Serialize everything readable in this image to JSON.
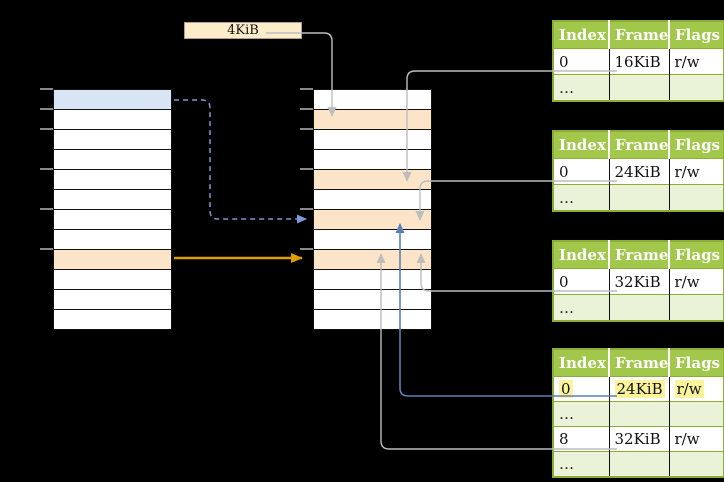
{
  "frame_size_label": "4KiB",
  "virtual_memory": {
    "description": "virtual memory pages",
    "row_count": 12,
    "highlighted_rows": {
      "1": "blue",
      "9": "orange"
    },
    "tick_rows": [
      0,
      1,
      2,
      4,
      6,
      8
    ]
  },
  "physical_memory": {
    "description": "physical memory frames",
    "row_count": 12,
    "highlighted_rows": {
      "2": "orange",
      "5": "orange",
      "7": "orange",
      "9": "orange"
    },
    "tick_rows": [
      0,
      1,
      2,
      4,
      6,
      8
    ]
  },
  "page_tables": [
    {
      "headers": [
        "Index",
        "Frame",
        "Flags"
      ],
      "rows": [
        {
          "cells": [
            "0",
            "16KiB",
            "r/w"
          ],
          "shaded": false,
          "highlighted": false
        },
        {
          "cells": [
            "…",
            "",
            ""
          ],
          "shaded": true,
          "highlighted": false
        }
      ]
    },
    {
      "headers": [
        "Index",
        "Frame",
        "Flags"
      ],
      "rows": [
        {
          "cells": [
            "0",
            "24KiB",
            "r/w"
          ],
          "shaded": false,
          "highlighted": false
        },
        {
          "cells": [
            "…",
            "",
            ""
          ],
          "shaded": true,
          "highlighted": false
        }
      ]
    },
    {
      "headers": [
        "Index",
        "Frame",
        "Flags"
      ],
      "rows": [
        {
          "cells": [
            "0",
            "32KiB",
            "r/w"
          ],
          "shaded": false,
          "highlighted": false
        },
        {
          "cells": [
            "…",
            "",
            ""
          ],
          "shaded": true,
          "highlighted": false
        }
      ]
    },
    {
      "headers": [
        "Index",
        "Frame",
        "Flags"
      ],
      "rows": [
        {
          "cells": [
            "0",
            "24KiB",
            "r/w"
          ],
          "shaded": false,
          "highlighted": true
        },
        {
          "cells": [
            "…",
            "",
            ""
          ],
          "shaded": true,
          "highlighted": false
        },
        {
          "cells": [
            "8",
            "32KiB",
            "r/w"
          ],
          "shaded": false,
          "highlighted": false
        },
        {
          "cells": [
            "…",
            "",
            ""
          ],
          "shaded": true,
          "highlighted": false
        }
      ]
    }
  ],
  "connections": [
    {
      "from": "frame-size-label-4KiB",
      "to": "physical-frame-row-2",
      "style": "gray-solid"
    },
    {
      "from": "page-table-1-frame-16KiB",
      "to": "physical-frame-row-5",
      "style": "gray-solid"
    },
    {
      "from": "page-table-2-frame-24KiB",
      "to": "physical-frame-row-7",
      "style": "gray-solid"
    },
    {
      "from": "page-table-3-frame-32KiB",
      "to": "physical-frame-row-9",
      "style": "gray-solid"
    },
    {
      "from": "page-table-4-frame-24KiB",
      "to": "physical-frame-row-7",
      "style": "blue-solid"
    },
    {
      "from": "page-table-4-frame-32KiB",
      "to": "physical-frame-row-9",
      "style": "gray-solid"
    },
    {
      "from": "virtual-page-row-1",
      "to": "physical-frame-row-7",
      "style": "blue-dashed"
    },
    {
      "from": "virtual-page-row-9",
      "to": "physical-frame-row-9",
      "style": "gold-solid"
    }
  ],
  "colors": {
    "header_green": "#a2c84b",
    "border_green": "#8cae39",
    "row_light_green": "#eaf2d8",
    "page_blue": "#d8e5f4",
    "frame_orange": "#fce4c9",
    "label_cream": "#fcedca",
    "highlight_yellow": "#fbf49c",
    "arrow_gray": "#bdbdbd",
    "arrow_blue": "#5c7fb6",
    "arrow_blue_dashed": "#7b99d4",
    "arrow_gold": "#df9e00"
  }
}
